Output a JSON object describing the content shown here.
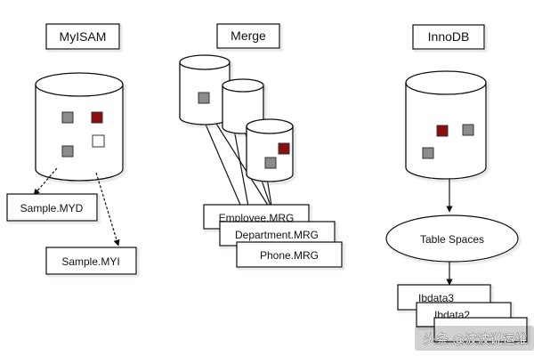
{
  "engines": {
    "myisam": {
      "title": "MyISAM"
    },
    "merge": {
      "title": "Merge"
    },
    "innodb": {
      "title": "InnoDB"
    }
  },
  "myisam_files": [
    "Sample.MYD",
    "Sample.MYI"
  ],
  "merge_files": [
    "Employee.MRG",
    "Department.MRG",
    "Phone.MRG"
  ],
  "innodb": {
    "tablespace_label": "Table Spaces",
    "files": [
      "Ibdata3",
      "Ibdata2"
    ]
  },
  "watermark": "头条 @波波说运维",
  "colors": {
    "line": "#111111",
    "grey_square": "#8c8c8c",
    "red_square": "#8b0d0d",
    "white_square": "#ffffff",
    "watermark_text": "#ffffff"
  }
}
